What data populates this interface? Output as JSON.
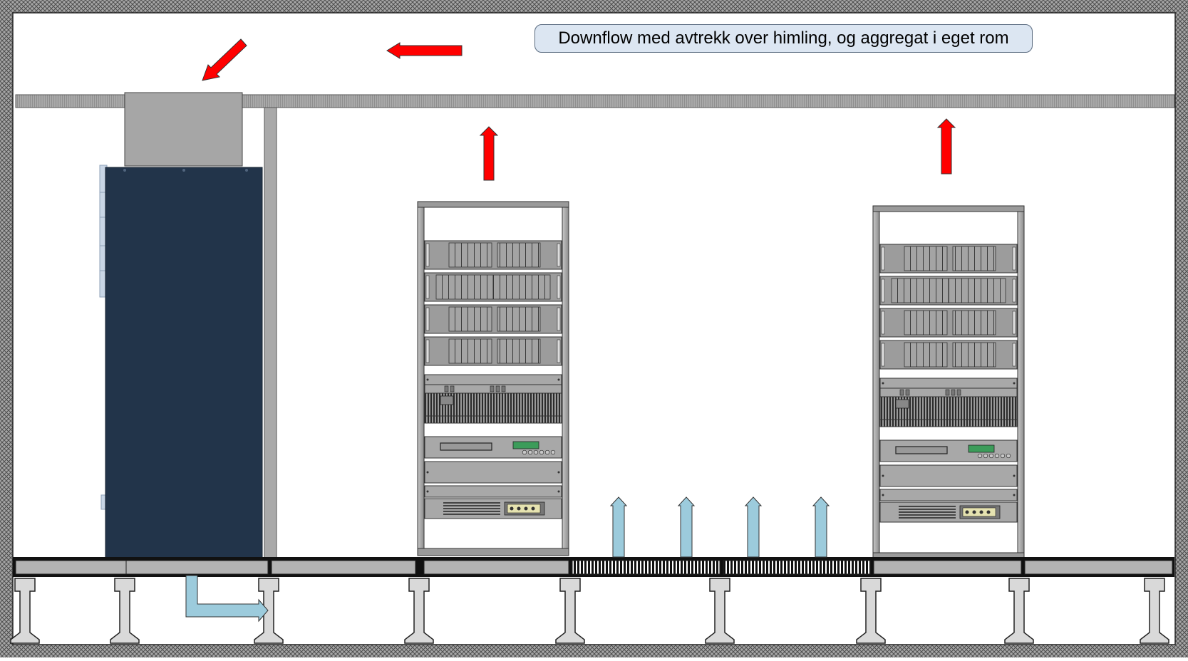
{
  "diagram": {
    "title": "Downflow med avtrekk over himling, og aggregat i eget rom",
    "colors": {
      "hot_air": "#ff0000",
      "cold_air": "#9ccbdc",
      "cooling_unit": "#22344a",
      "ceiling": "#a9a9a9",
      "frame": "#9a9a9a",
      "border_pattern": "#8a8a8a"
    },
    "components": [
      "ceiling",
      "ceiling-unit",
      "cooling-unit",
      "partition-wall",
      "server-rack-1",
      "server-rack-2",
      "raised-floor",
      "floor-pedestals",
      "perforated-floor-tiles"
    ],
    "airflow_arrows": [
      {
        "id": "return-air-into-unit",
        "type": "hot"
      },
      {
        "id": "ceiling-return-flow",
        "type": "hot"
      },
      {
        "id": "rack-1-exhaust",
        "type": "hot"
      },
      {
        "id": "rack-2-exhaust",
        "type": "hot"
      },
      {
        "id": "underfloor-supply",
        "type": "cold"
      },
      {
        "id": "tile-supply-1",
        "type": "cold"
      },
      {
        "id": "tile-supply-2",
        "type": "cold"
      },
      {
        "id": "tile-supply-3",
        "type": "cold"
      },
      {
        "id": "tile-supply-4",
        "type": "cold"
      }
    ]
  }
}
